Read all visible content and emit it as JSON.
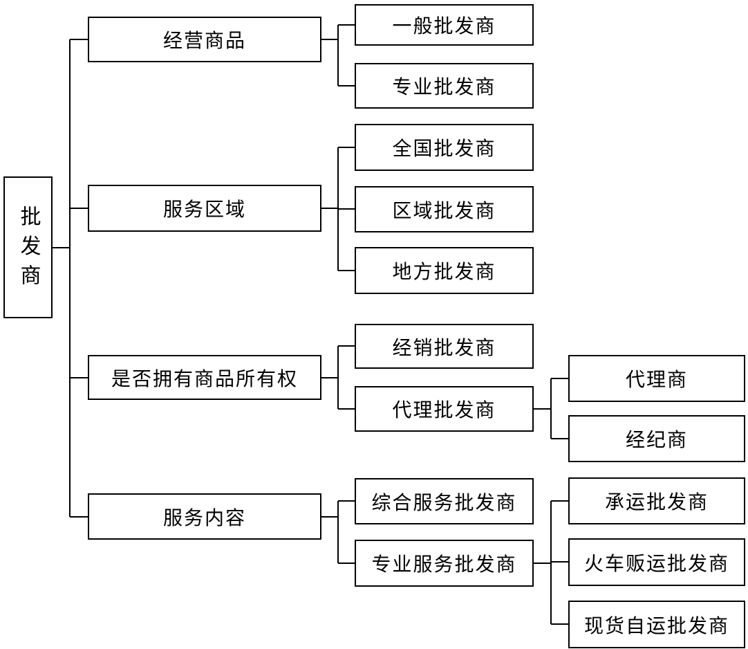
{
  "tree": {
    "root": {
      "label": "批发商"
    },
    "groups": [
      {
        "label": "经营商品",
        "children": [
          {
            "label": "一般批发商"
          },
          {
            "label": "专业批发商"
          }
        ]
      },
      {
        "label": "服务区域",
        "children": [
          {
            "label": "全国批发商"
          },
          {
            "label": "区域批发商"
          },
          {
            "label": "地方批发商"
          }
        ]
      },
      {
        "label": "是否拥有商品所有权",
        "children": [
          {
            "label": "经销批发商"
          },
          {
            "label": "代理批发商",
            "children": [
              {
                "label": "代理商"
              },
              {
                "label": "经纪商"
              }
            ]
          }
        ]
      },
      {
        "label": "服务内容",
        "children": [
          {
            "label": "综合服务批发商"
          },
          {
            "label": "专业服务批发商",
            "children": [
              {
                "label": "承运批发商"
              },
              {
                "label": "火车贩运批发商"
              },
              {
                "label": "现货自运批发商"
              }
            ]
          }
        ]
      }
    ],
    "colors": {
      "line": "#000000",
      "box_border": "#000000",
      "box_background": "#ffffff"
    }
  }
}
